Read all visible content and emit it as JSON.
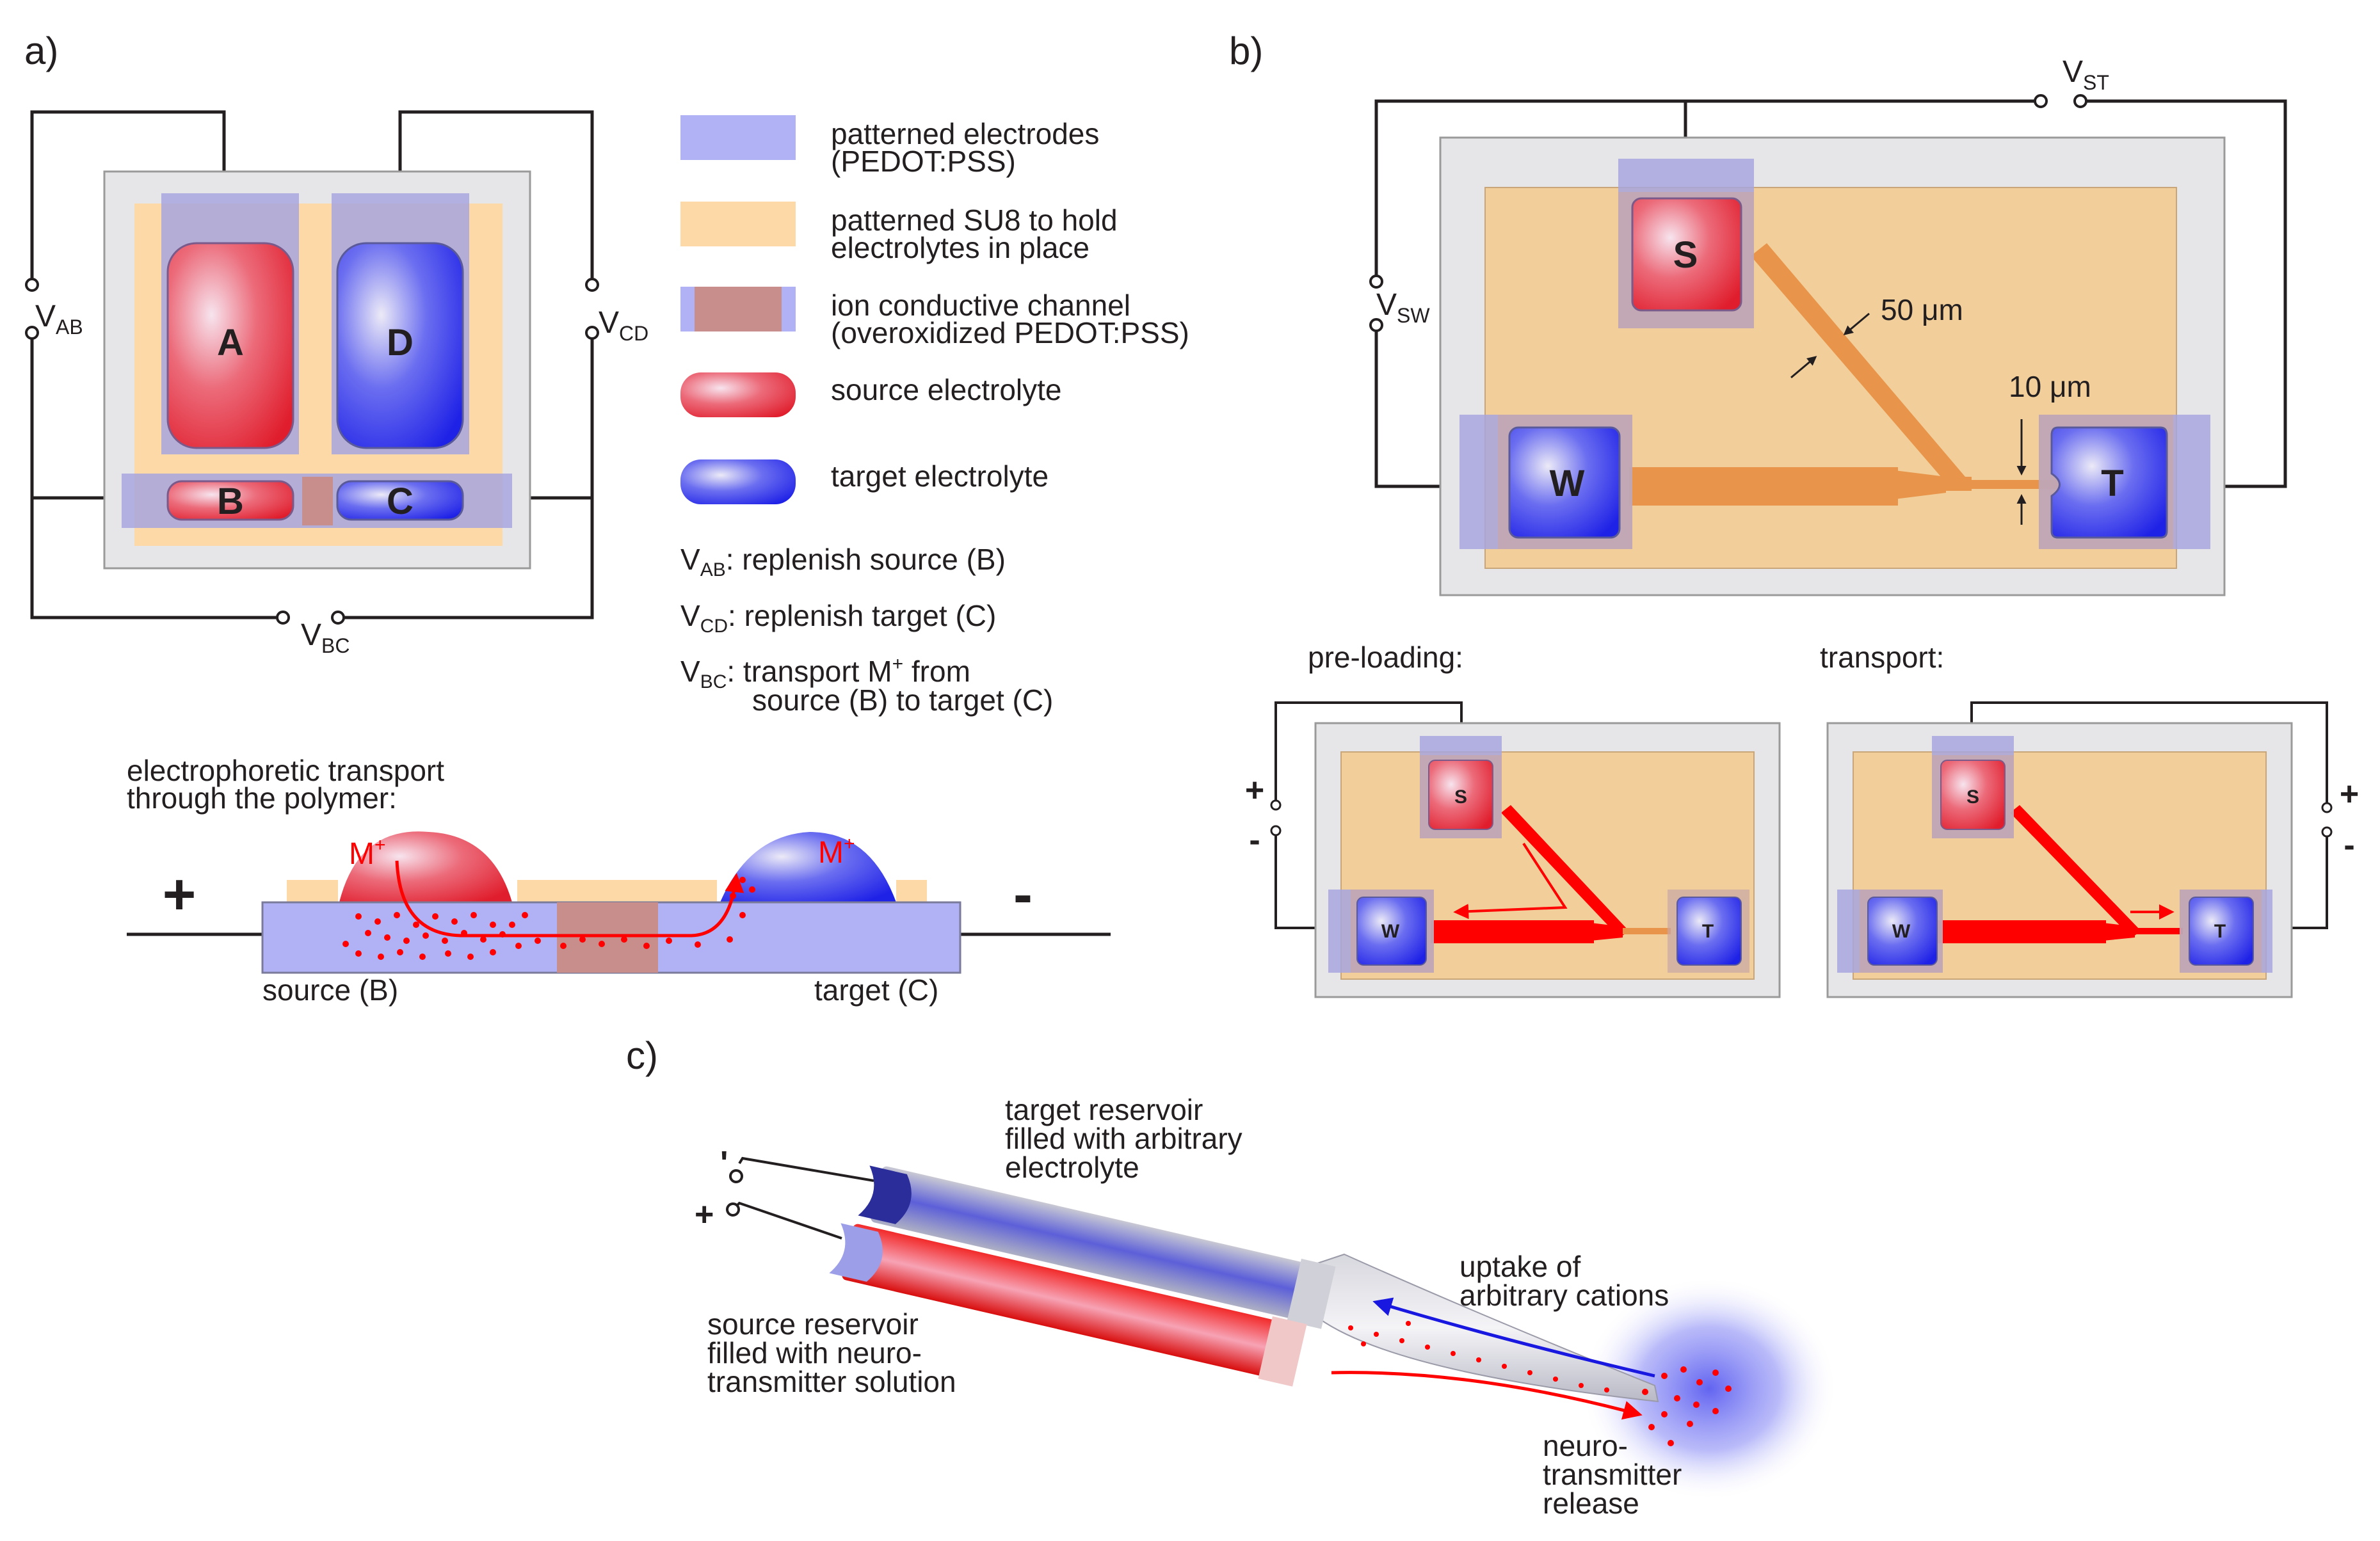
{
  "panel_a": {
    "label": "a)",
    "electrodes": {
      "a": "A",
      "d": "D",
      "b": "B",
      "c": "C"
    },
    "voltages": {
      "vab": {
        "main": "V",
        "sub": "AB"
      },
      "vcd": {
        "main": "V",
        "sub": "CD"
      },
      "vbc": {
        "main": "V",
        "sub": "BC"
      }
    },
    "legend": [
      {
        "line1": "patterned electrodes",
        "line2": "(PEDOT:PSS)"
      },
      {
        "line1": "patterned SU8 to hold",
        "line2": "electrolytes in place"
      },
      {
        "line1": "ion conductive channel",
        "line2": "(overoxidized PEDOT:PSS)"
      },
      {
        "line1": "source electrolyte",
        "line2": ""
      },
      {
        "line1": "target electrolyte",
        "line2": ""
      }
    ],
    "notes": [
      {
        "main": "V",
        "sub": "AB",
        "text": ": replenish source (B)"
      },
      {
        "main": "V",
        "sub": "CD",
        "text": ": replenish target (C)"
      },
      {
        "main": "V",
        "sub": "BC",
        "text": ": transport M",
        "sup": "+",
        "text2": " from",
        "line2": "source (B) to target (C)"
      }
    ],
    "cross_section": {
      "title_line1": "electrophoretic transport",
      "title_line2": "through the polymer:",
      "ion_main": "M",
      "ion_sup": "+",
      "plus": "+",
      "minus": "-",
      "source_label": "source (B)",
      "target_label": "target (C)"
    }
  },
  "panel_b": {
    "label": "b)",
    "vst": {
      "main": "V",
      "sub": "ST"
    },
    "vsw": {
      "main": "V",
      "sub": "SW"
    },
    "electrodes": {
      "s": "S",
      "w": "W",
      "t": "T"
    },
    "dim_50": "50 μm",
    "dim_10": "10 μm",
    "preloading_title": "pre-loading:",
    "transport_title": "transport:",
    "plus": "+",
    "minus": "-"
  },
  "panel_c": {
    "label": "c)",
    "minus": "'",
    "plus": "+",
    "target_reservoir": [
      "target reservoir",
      "filled with arbitrary",
      "electrolyte"
    ],
    "source_reservoir": [
      "source reservoir",
      "filled with neuro-",
      "transmitter solution"
    ],
    "uptake": [
      "uptake of",
      "arbitrary cations"
    ],
    "release": [
      "neuro-",
      "transmitter",
      "release"
    ]
  },
  "colors": {
    "electrode": "#b0b2f5",
    "su8": "#fcd9a6",
    "channel": "#c78e8c",
    "source": "#e83745",
    "target": "#3d3fe0",
    "substrate": "#e6e6e8",
    "channel_b": "#e8944a",
    "red_transport": "#ff0000"
  }
}
